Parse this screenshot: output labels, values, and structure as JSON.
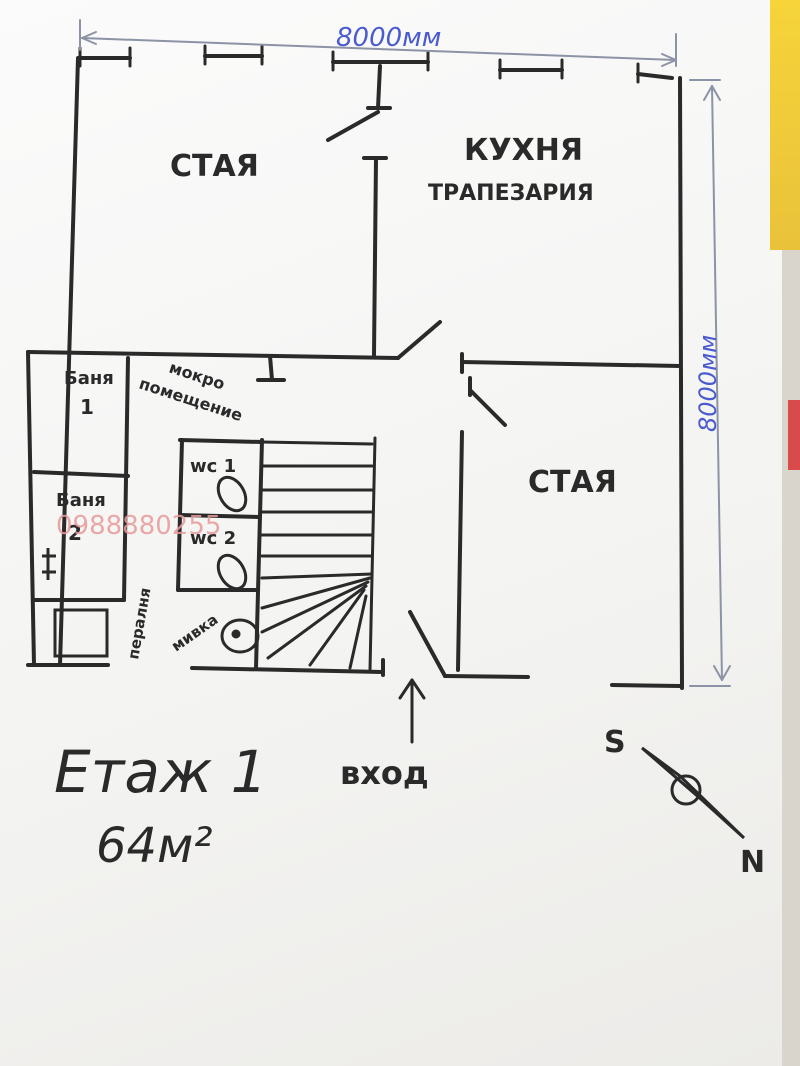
{
  "labels": {
    "dim_top": "8000мм",
    "dim_right": "8000мм",
    "room_top_left": "СТАЯ",
    "kitchen_line1": "КУХНЯ",
    "kitchen_line2": "ТРАПЕЗАРИЯ",
    "bath1_line1": "Баня",
    "bath1_line2": "1",
    "bath2_line1": "Баня",
    "bath2_line2": "2",
    "wet_room_line1": "мокро",
    "wet_room_line2": "помещение",
    "wc1": "wc 1",
    "wc2": "wc 2",
    "laundry": "пералня",
    "sink": "мивка",
    "room_right": "СТАЯ",
    "entrance": "вход",
    "floor_title": "Етаж 1",
    "area": "64м²",
    "watermark": "0988880255",
    "compass_s": "S",
    "compass_n": "N"
  },
  "colors": {
    "ink": "#2a2a2a",
    "dimension_blue": "#4a5bd0",
    "watermark": "#e89a9a"
  }
}
